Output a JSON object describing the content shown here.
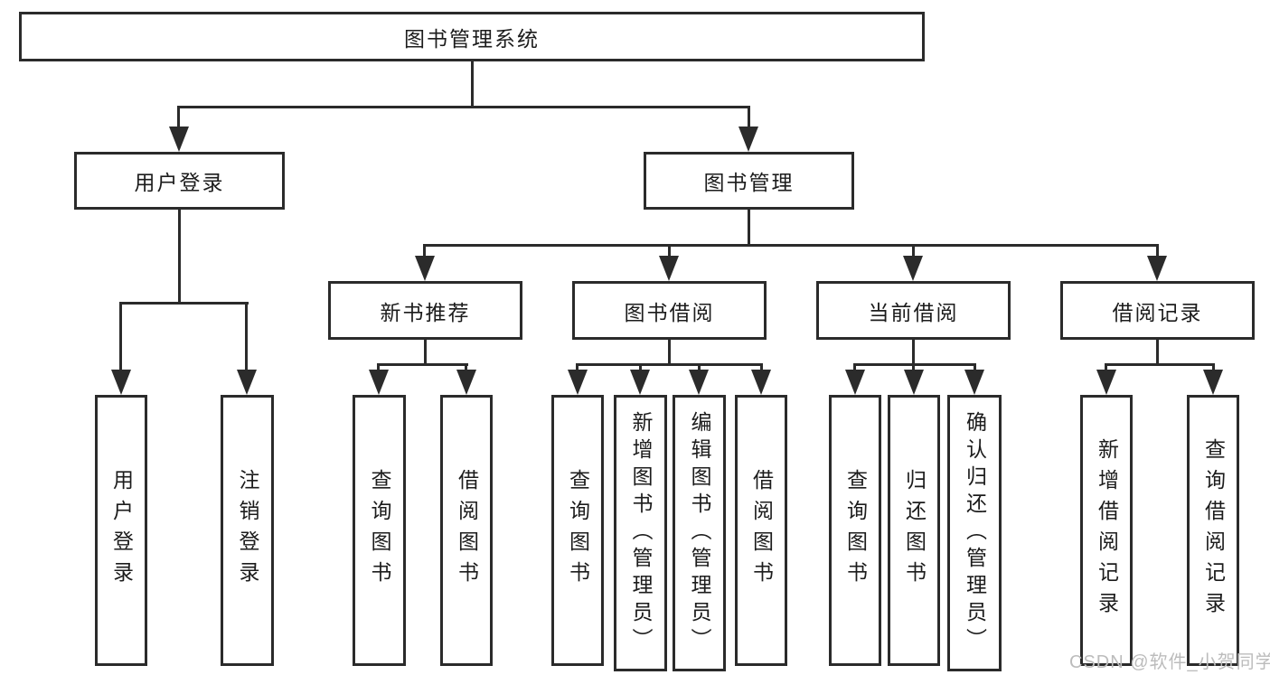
{
  "nodes": {
    "root": "图书管理系统",
    "user_login": "用户登录",
    "book_mgmt": "图书管理",
    "leaf_user_login": "用户登录",
    "leaf_logout": "注销登录",
    "new_book_rec": "新书推荐",
    "book_borrow": "图书借阅",
    "current_borrow": "当前借阅",
    "borrow_records": "借阅记录",
    "nb_query": "查询图书",
    "nb_borrow": "借阅图书",
    "bb_query": "查询图书",
    "bb_add": "新增图书（管理员）",
    "bb_edit": "编辑图书（管理员）",
    "bb_borrow": "借阅图书",
    "cb_query": "查询图书",
    "cb_return": "归还图书",
    "cb_confirm": "确认归还（管理员）",
    "br_add": "新增借阅记录",
    "br_query": "查询借阅记录"
  },
  "watermark": "CSDN @软件_小贺同学",
  "colors": {
    "line": "#2b2b2b",
    "background": "#ffffff",
    "text": "#1c1c1c",
    "watermark": "#bcbcbc"
  }
}
